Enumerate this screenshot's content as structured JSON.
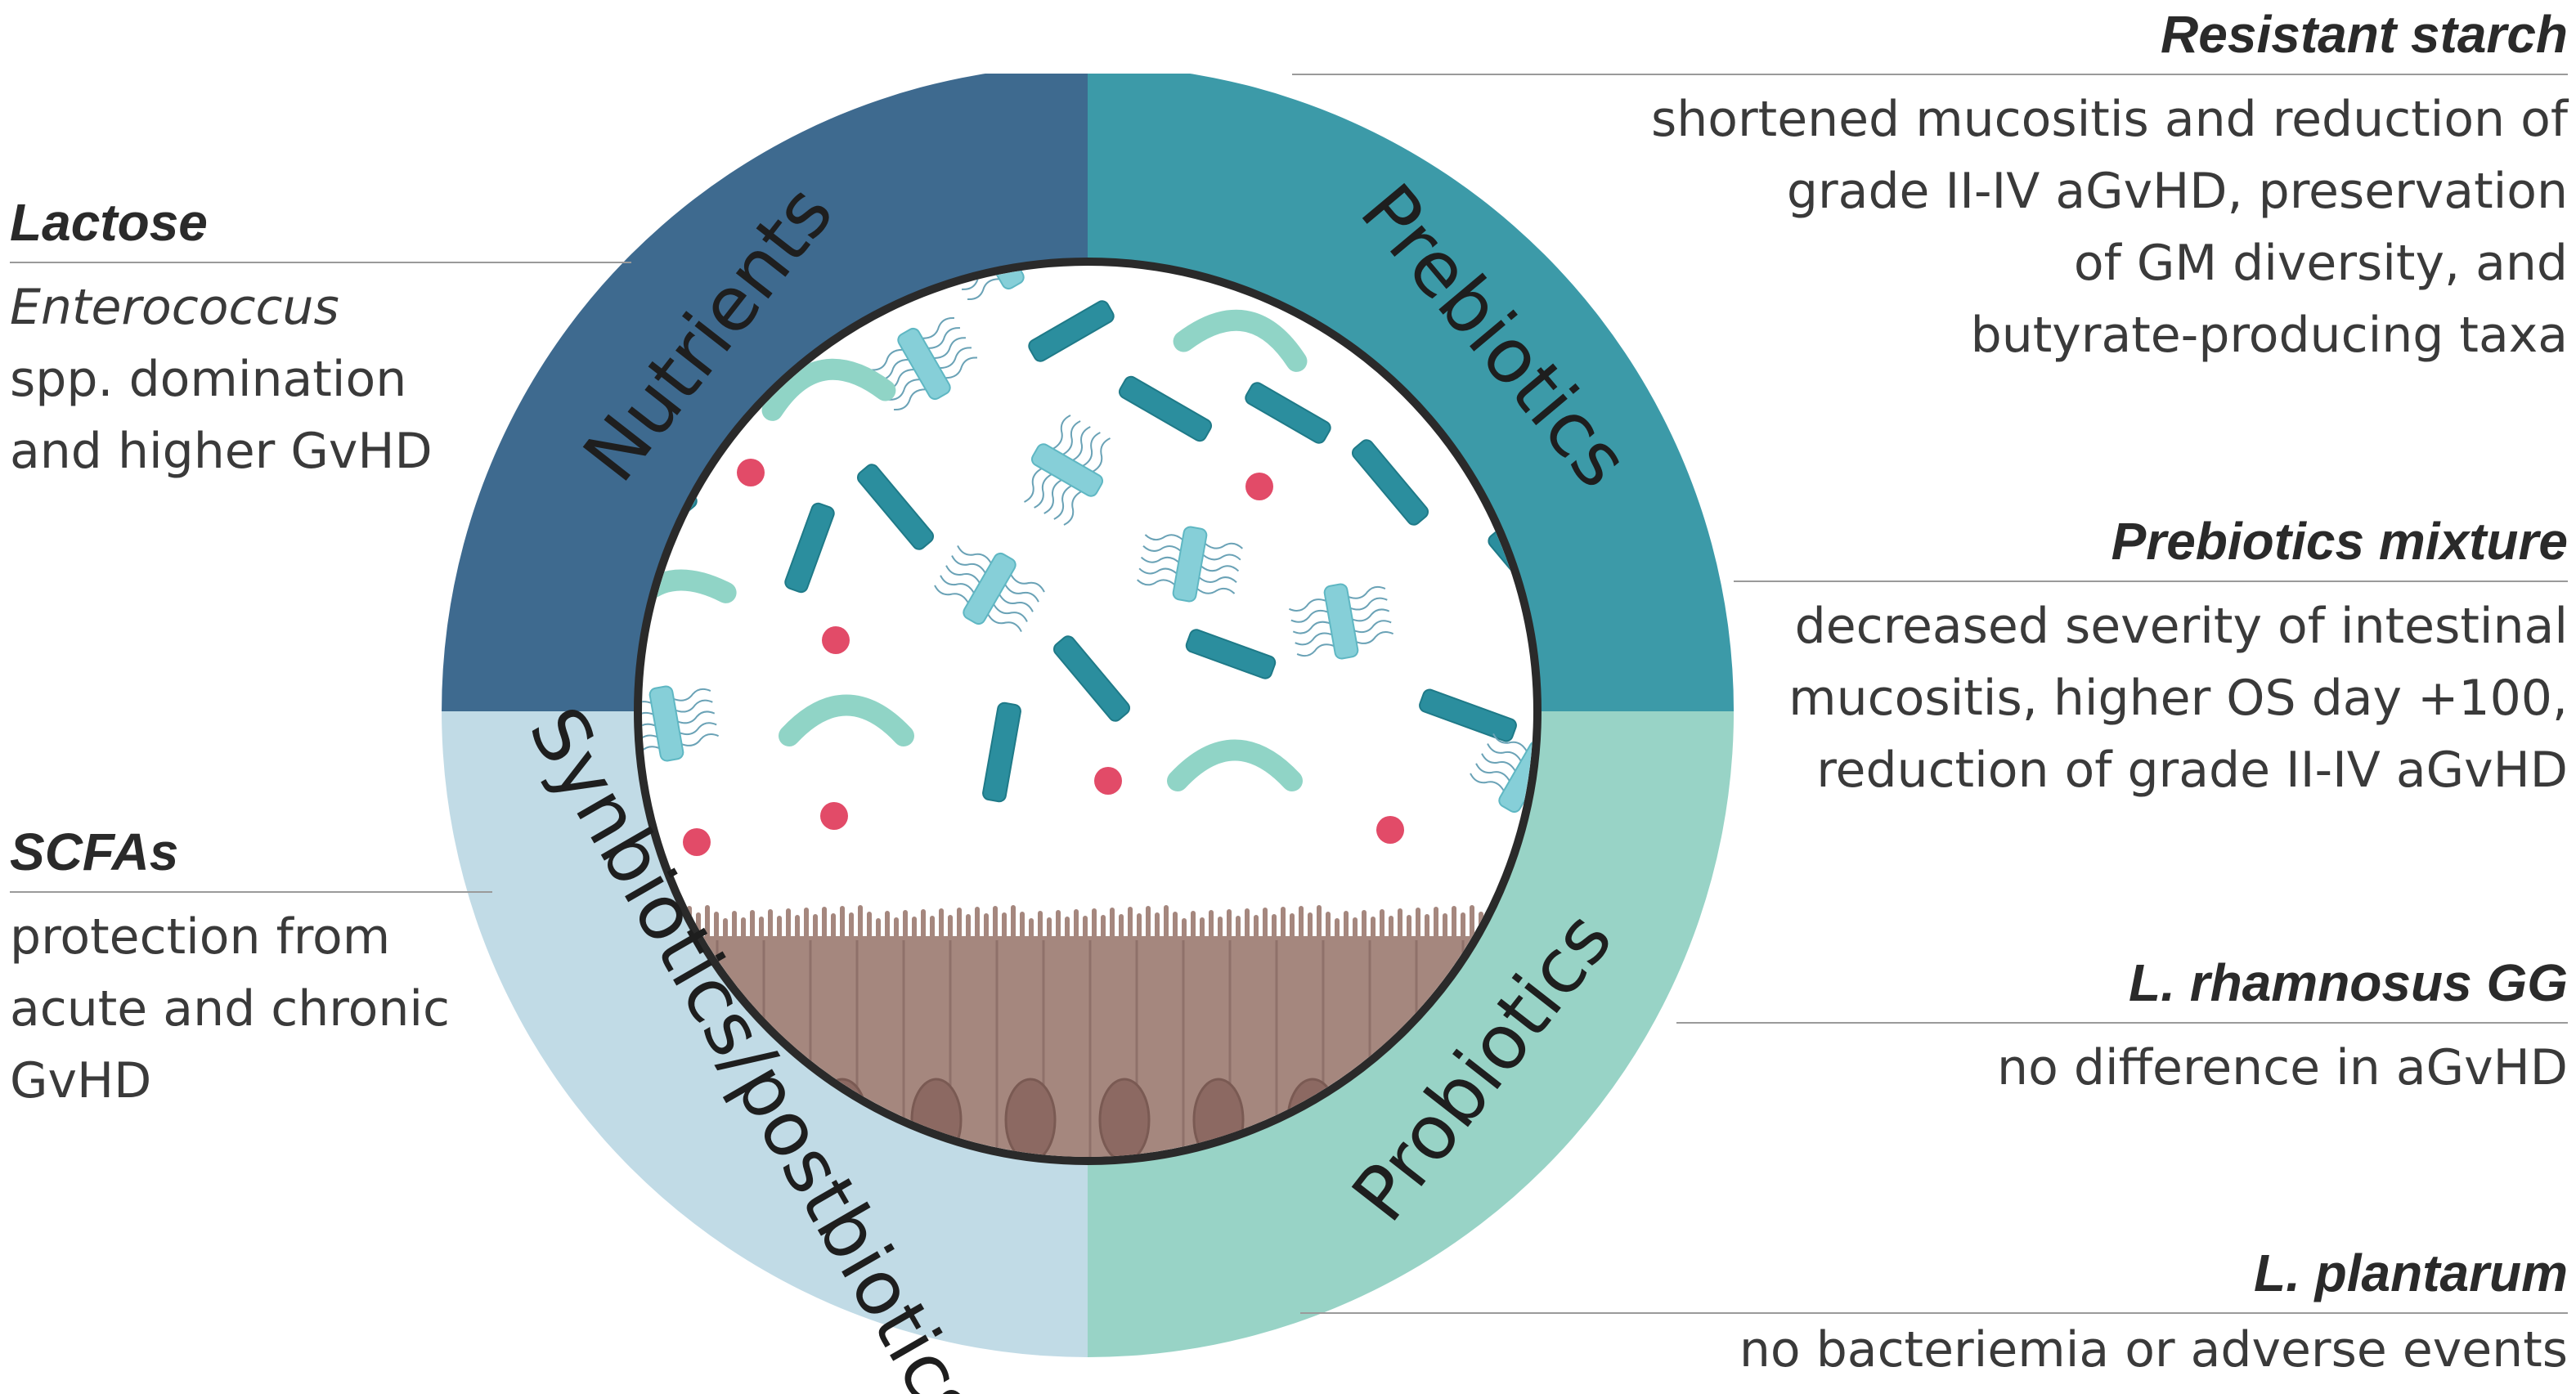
{
  "colors": {
    "nutrients": "#3e6a8f",
    "prebiotics": "#3c9aa8",
    "probiotics": "#98d3c6",
    "synbiotics": "#c1dbe6",
    "rod_dark": "#2b8e9e",
    "rod_light": "#86cfd8",
    "curve": "#90d4c6",
    "dot": "#e24b68",
    "epithelium": "#a5877e",
    "nucleus": "#8c6962",
    "text": "#3a3a3a"
  },
  "wheel": {
    "nutrients": "Nutrients",
    "prebiotics": "Prebiotics",
    "probiotics": "Probiotics",
    "synbiotics": "Synbiotics/postbiotics"
  },
  "left": {
    "lactose": {
      "title": "Lactose",
      "line1_italic": "Enterococcus",
      "line2": "spp. domination",
      "line3": "and higher GvHD"
    },
    "scfas": {
      "title": "SCFAs",
      "line1": "protection from",
      "line2": "acute and chronic",
      "line3": "GvHD"
    }
  },
  "right": {
    "resistant_starch": {
      "title": "Resistant starch",
      "line1": "shortened mucositis and reduction of",
      "line2": "grade II-IV aGvHD, preservation",
      "line3": "of GM diversity, and",
      "line4": "butyrate-producing taxa"
    },
    "prebiotics_mixture": {
      "title": "Prebiotics mixture",
      "line1": "decreased severity of intestinal",
      "line2": "mucositis, higher OS day +100,",
      "line3": "reduction of grade II-IV aGvHD"
    },
    "l_rhamnosus": {
      "title": "L. rhamnosus GG",
      "line1": "no difference in aGvHD"
    },
    "l_plantarum": {
      "title": "L. plantarum",
      "line1": "no bacteriemia or adverse events"
    }
  }
}
